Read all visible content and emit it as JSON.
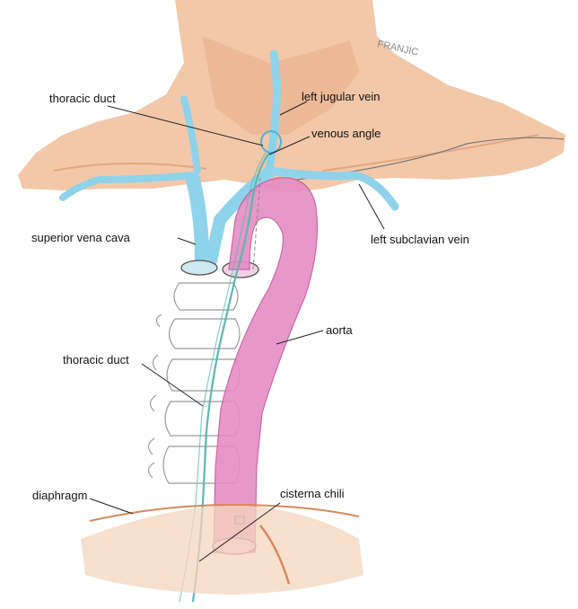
{
  "labels": {
    "thoracic_duct_top": "thoracic duct",
    "left_jugular_vein": "left jugular vein",
    "venous_angle": "venous angle",
    "superior_vena_cava": "superior vena cava",
    "left_subclavian_vein": "left subclavian vein",
    "aorta": "aorta",
    "thoracic_duct_mid": "thoracic duct",
    "diaphragm": "diaphragm",
    "cisterna_chili": "cisterna chili"
  },
  "signature": "FRANJIC",
  "colors": {
    "skin": "#f2c3a2",
    "skin_dark": "#e9a77e",
    "vein": "#8fd3ea",
    "vein_dark": "#4fb3d6",
    "duct": "#5cb7b0",
    "aorta": "#e58cc4",
    "aorta_dark": "#c25a9e",
    "spine_line": "#9a9a9a",
    "diaphragm": "#d9885a",
    "leader": "#222222"
  }
}
